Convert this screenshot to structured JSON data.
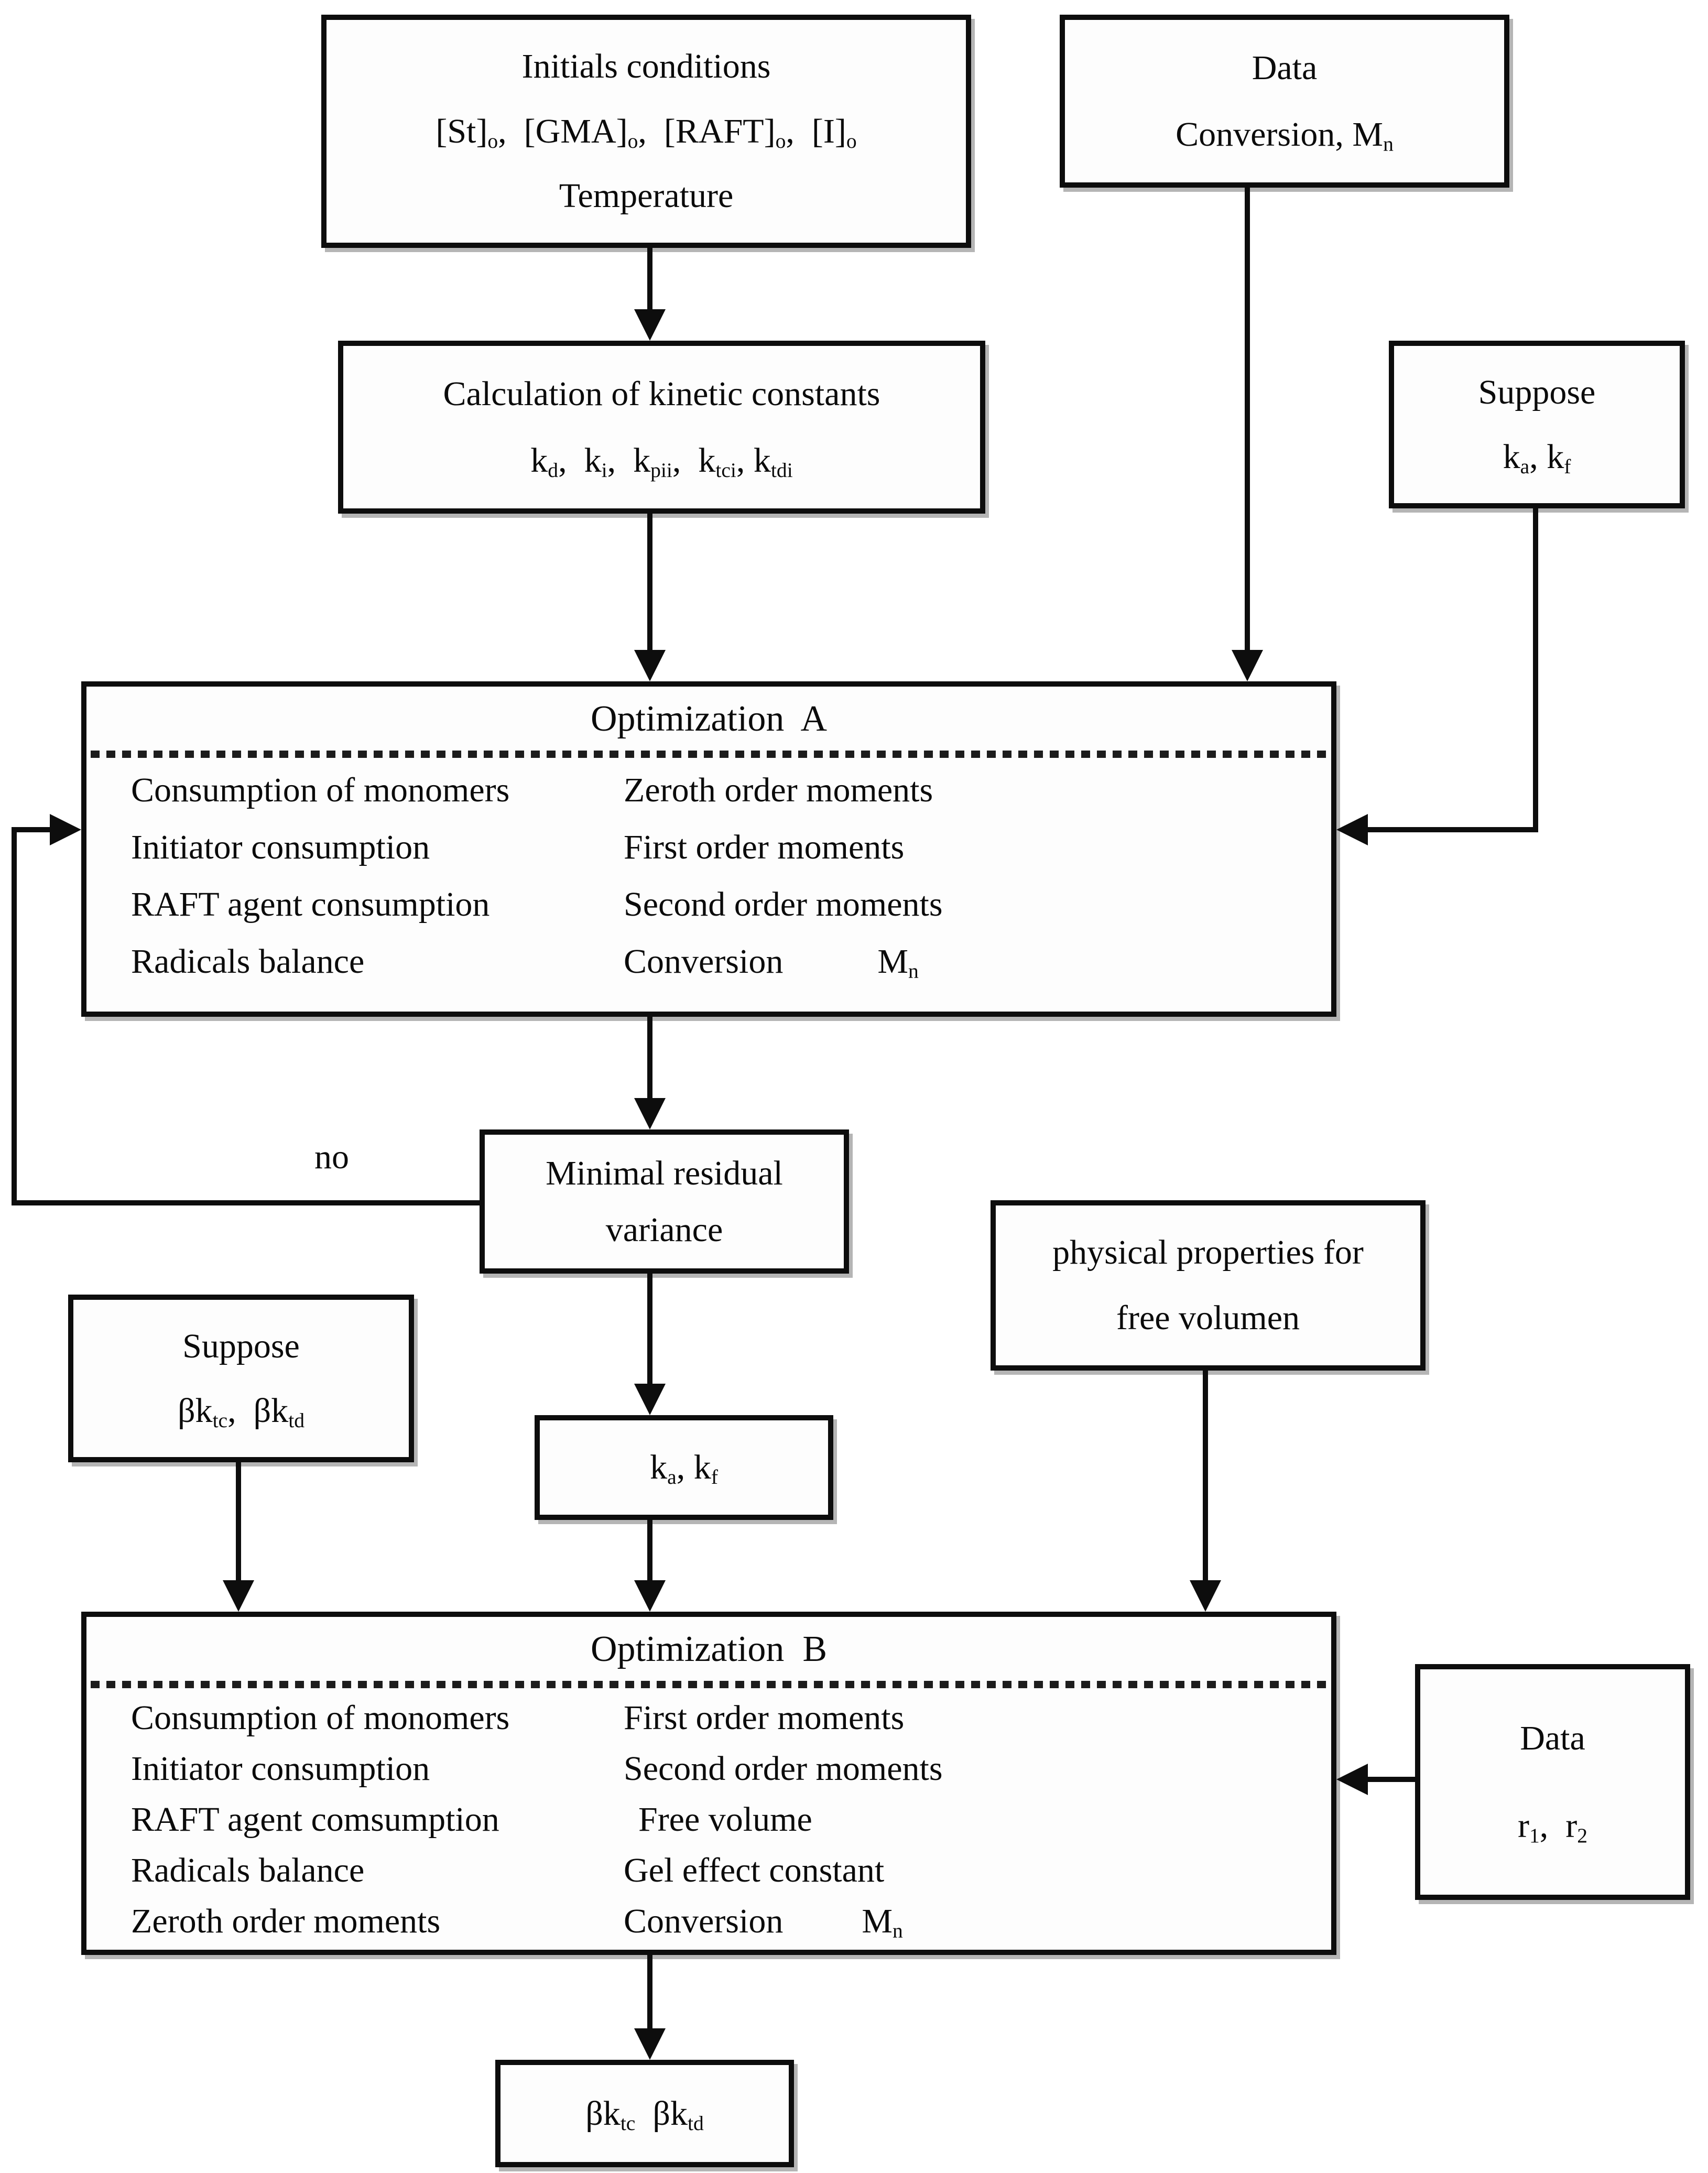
{
  "diagram": {
    "no_label": "no",
    "initials": {
      "l1": "Initials conditions",
      "l2": "[St]~o~,  [GMA]~o~,  [RAFT]~o~,  [I]~o~",
      "l3": "Temperature"
    },
    "data_top": {
      "l1": "Data",
      "l2": "Conversion, M~n~"
    },
    "calc": {
      "l1": "Calculation of kinetic constants",
      "l2": "k~d~,  k~i~,  k~pii~,  k~tci~, k~tdi~"
    },
    "suppose_top": {
      "l1": "Suppose",
      "l2": "k~a~, k~f~"
    },
    "opt_a": {
      "title": "Optimization  A",
      "left": [
        "Consumption of monomers",
        "Initiator consumption",
        "RAFT agent consumption",
        "Radicals balance"
      ],
      "right": [
        "Zeroth order moments",
        "First order moments",
        "Second order moments",
        "Conversion"
      ],
      "mn": "M~n~"
    },
    "minres": {
      "l1": "Minimal residual",
      "l2": "variance"
    },
    "suppose_beta": {
      "l1": "Suppose",
      "l2": "βk~tc~,  βk~td~"
    },
    "kakf": {
      "l1": "k~a~, k~f~"
    },
    "physprops": {
      "l1": "physical properties for",
      "l2": "free volumen"
    },
    "opt_b": {
      "title": "Optimization  B",
      "left": [
        "Consumption of monomers",
        "Initiator consumption",
        "RAFT agent comsumption",
        "Radicals balance",
        "Zeroth order moments"
      ],
      "right": [
        "First order moments",
        "Second order moments",
        "Free volume",
        "Gel effect constant",
        "Conversion"
      ],
      "mn": "M~n~"
    },
    "data_right": {
      "l1": "Data",
      "l2": "r~1~,  r~2~"
    },
    "beta_out": {
      "l1": "βk~tc~  βk~td~"
    }
  }
}
